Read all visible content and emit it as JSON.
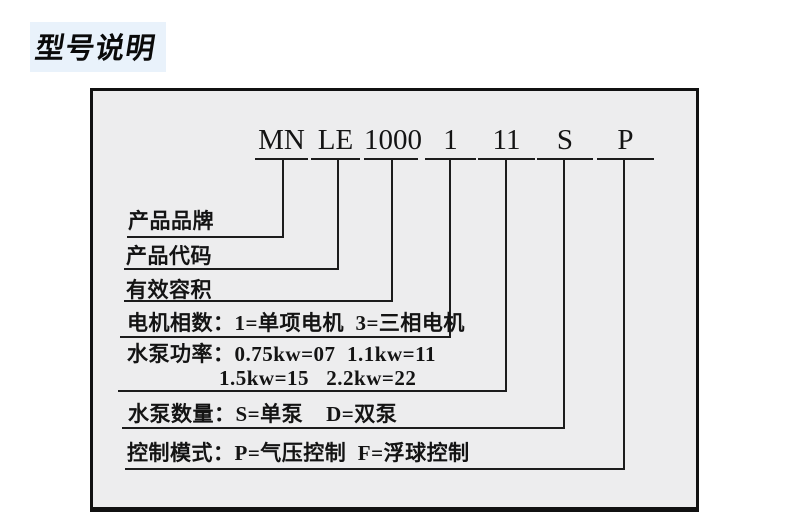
{
  "page_title": {
    "text": "型号说明",
    "highlight_color": "#e9f2fb"
  },
  "model_diagram": {
    "code_segments": [
      "MN",
      "LE",
      "1000",
      "1",
      "11",
      "S",
      "P"
    ],
    "labels": [
      {
        "text": "产品品牌"
      },
      {
        "text": "产品代码"
      },
      {
        "text": "有效容积"
      },
      {
        "text": "电机相数：1=单项电机  3=三相电机"
      },
      {
        "text": "水泵功率：0.75kw=07  1.1kw=11",
        "text_line2": "1.5kw=15   2.2kw=22"
      },
      {
        "text": "水泵数量：S=单泵    D=双泵"
      },
      {
        "text": "控制模式：P=气压控制  F=浮球控制"
      }
    ],
    "colors": {
      "page_background": "#ffffff",
      "panel_background": "#ededee",
      "panel_border": "#111111",
      "line": "#1c1c1c",
      "text": "#141414"
    }
  }
}
